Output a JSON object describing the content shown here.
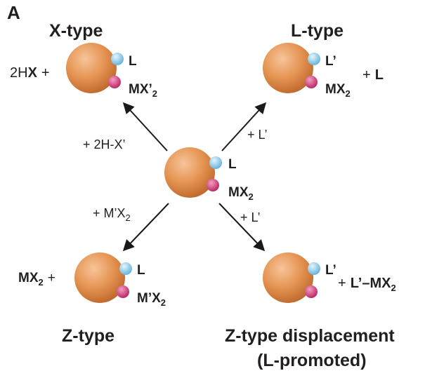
{
  "panel_label": "A",
  "colors": {
    "nanocrystal": "#e3904f",
    "l_ligand": "#8ccbea",
    "z_ligand": "#d9407a",
    "arrow": "#1a1a1a",
    "text": "#231f20"
  },
  "center": {
    "ligand_l": "L",
    "ligand_z_main": "MX",
    "ligand_z_sub": "2"
  },
  "x_type": {
    "title": "X-type",
    "reagent": "+ 2H-X’",
    "product_prefix_plain": "2H",
    "product_prefix_bold": "X",
    "product_plus": "+",
    "ligand_l": "L",
    "ligand_z_main": "MX’",
    "ligand_z_sub": "2"
  },
  "l_type": {
    "title": "L-type",
    "reagent": "+ L’",
    "ligand_l": "L’",
    "ligand_z_main": "MX",
    "ligand_z_sub": "2",
    "byproduct_plus": "+",
    "byproduct": "L"
  },
  "z_type": {
    "title": "Z-type",
    "reagent_main": "+ M’X",
    "reagent_sub": "2",
    "released_main": "MX",
    "released_sub": "2",
    "released_plus": "+",
    "ligand_l": "L",
    "ligand_z_main": "M’X",
    "ligand_z_sub": "2"
  },
  "z_displacement": {
    "title_line1": "Z-type displacement",
    "title_line2": "(L-promoted)",
    "reagent": "+ L’",
    "ligand_l": "L’",
    "byproduct_plus": "+",
    "byproduct_main": "L’–MX",
    "byproduct_sub": "2"
  }
}
